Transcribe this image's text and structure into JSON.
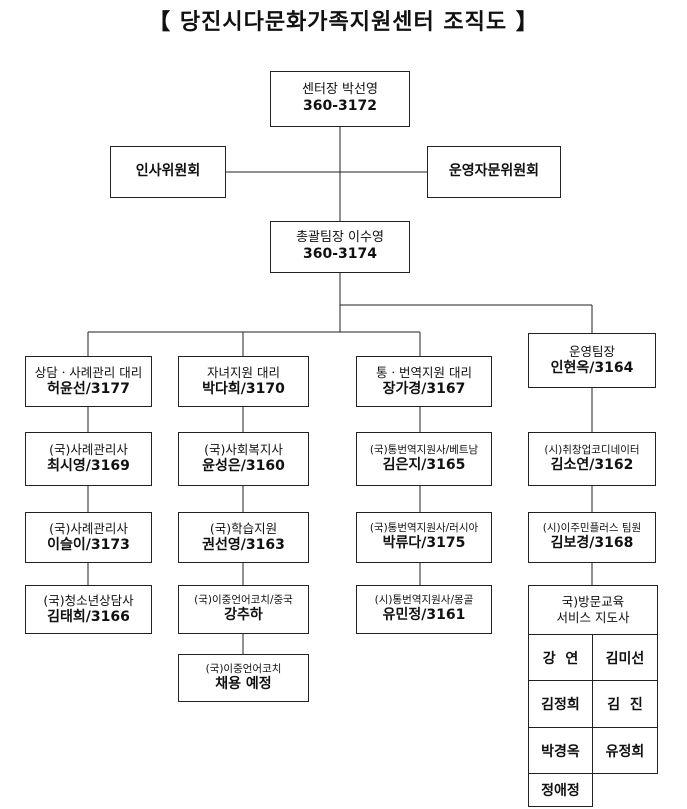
{
  "title": "【 당진시다문화가족지원센터 조직도 】",
  "director": {
    "role": "센터장 박선영",
    "phone": "360-3172"
  },
  "committees": {
    "left": "인사위원회",
    "right": "운영자문위원회"
  },
  "manager": {
    "role": "총괄팀장 이수영",
    "phone": "360-3174"
  },
  "departments": [
    {
      "head": {
        "role": "상담ㆍ사례관리 대리",
        "name": "허윤선/3177"
      },
      "staff": [
        {
          "role": "(국)사례관리사",
          "name": "최시영/3169"
        },
        {
          "role": "(국)사례관리사",
          "name": "이슬이/3173"
        },
        {
          "role": "(국)청소년상담사",
          "name": "김태희/3166"
        }
      ]
    },
    {
      "head": {
        "role": "자녀지원 대리",
        "name": "박다희/3170"
      },
      "staff": [
        {
          "role": "(국)사회복지사",
          "name": "윤성은/3160"
        },
        {
          "role": "(국)학습지원",
          "name": "권선영/3163"
        },
        {
          "role": "(국)이중언어코치/중국",
          "name": "강추하"
        },
        {
          "role": "(국)이중언어코치",
          "name": "채용 예정"
        }
      ]
    },
    {
      "head": {
        "role": "통ㆍ번역지원 대리",
        "name": "장가경/3167"
      },
      "staff": [
        {
          "role": "(국)통번역지원사/베트남",
          "name": "김은지/3165"
        },
        {
          "role": "(국)통번역지원사/러시아",
          "name": "박류다/3175"
        },
        {
          "role": "(시)통번역지원사/몽골",
          "name": "유민정/3161"
        }
      ]
    },
    {
      "head": {
        "role": "운영팀장",
        "name": "인현옥/3164"
      },
      "staff": [
        {
          "role": "(시)취창업코디네이터",
          "name": "김소연/3162"
        },
        {
          "role": "(시)이주민플러스 팀원",
          "name": "김보경/3168"
        }
      ],
      "tutors": {
        "title_line1": "국)방문교육",
        "title_line2": "서비스 지도사",
        "names": [
          "강  연",
          "김미선",
          "김정희",
          "김  진",
          "박경옥",
          "유정희",
          "정애정"
        ]
      }
    }
  ]
}
